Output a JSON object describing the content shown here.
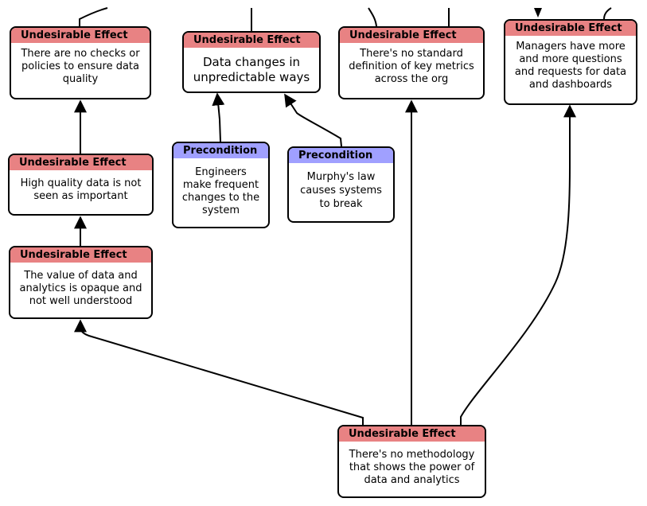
{
  "colors": {
    "undesirable_effect_header": "#e88283",
    "precondition_header": "#a0a0ff",
    "edge": "#000000"
  },
  "nodes": {
    "ue_no_checks": {
      "type": "Undesirable Effect",
      "lines": [
        "There are no checks or",
        "policies to ensure data",
        "quality"
      ]
    },
    "ue_data_changes": {
      "type": "Undesirable Effect",
      "lines": [
        "Data changes in",
        "unpredictable ways"
      ]
    },
    "ue_no_standard": {
      "type": "Undesirable Effect",
      "lines": [
        "There's no standard",
        "definition of key metrics",
        "across the org"
      ]
    },
    "ue_managers": {
      "type": "Undesirable Effect",
      "lines": [
        "Managers have more",
        "and more questions",
        "and requests for data",
        "and dashboards"
      ]
    },
    "ue_high_quality": {
      "type": "Undesirable Effect",
      "lines": [
        "High quality data is not",
        "seen as important"
      ]
    },
    "pc_engineers": {
      "type": "Precondition",
      "lines": [
        "Engineers",
        "make frequent",
        "changes to the",
        "system"
      ]
    },
    "pc_murphy": {
      "type": "Precondition",
      "lines": [
        "Murphy's law",
        "causes systems",
        "to break"
      ]
    },
    "ue_value_opaque": {
      "type": "Undesirable Effect",
      "lines": [
        "The value of data and",
        "analytics is opaque and",
        "not well understood"
      ]
    },
    "ue_no_methodology": {
      "type": "Undesirable Effect",
      "lines": [
        "There's no methodology",
        "that shows the power of",
        "data and analytics"
      ]
    }
  }
}
